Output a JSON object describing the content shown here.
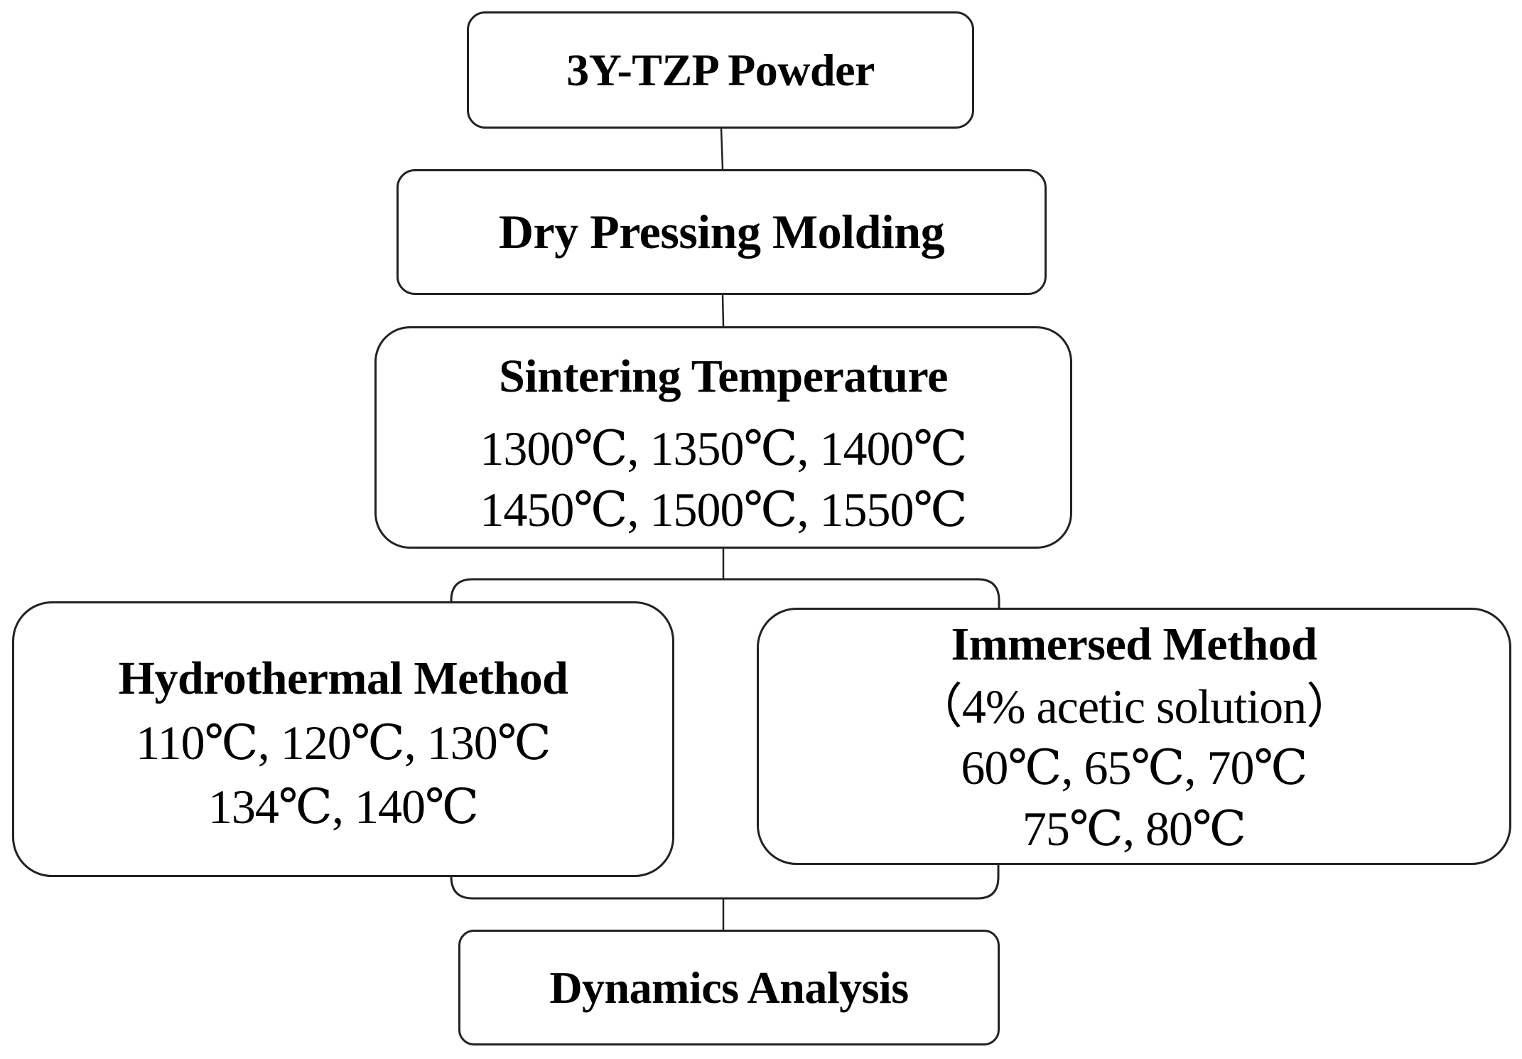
{
  "diagram": {
    "type": "flowchart",
    "nodes": [
      {
        "id": "powder",
        "title": "3Y-TZP Powder",
        "lines": []
      },
      {
        "id": "molding",
        "title": "Dry Pressing Molding",
        "lines": []
      },
      {
        "id": "sintering",
        "title": "Sintering Temperature",
        "lines": [
          "1300℃, 1350℃, 1400℃",
          "1450℃, 1500℃, 1550℃"
        ]
      },
      {
        "id": "hydrothermal",
        "title": "Hydrothermal Method",
        "lines": [
          "110℃, 120℃, 130℃",
          "134℃, 140℃"
        ]
      },
      {
        "id": "immersed",
        "title": "Immersed Method",
        "lines": [
          "（4% acetic solution）",
          "60℃, 65℃, 70℃",
          "75℃, 80℃"
        ]
      },
      {
        "id": "dynamics",
        "title": "Dynamics Analysis",
        "lines": []
      }
    ],
    "edges": [
      [
        "powder",
        "molding"
      ],
      [
        "molding",
        "sintering"
      ],
      [
        "sintering",
        "hydrothermal"
      ],
      [
        "sintering",
        "immersed"
      ],
      [
        "hydrothermal",
        "dynamics"
      ],
      [
        "immersed",
        "dynamics"
      ]
    ],
    "colors": {
      "stroke": "#222222",
      "background": "#ffffff",
      "text": "#000000"
    }
  }
}
